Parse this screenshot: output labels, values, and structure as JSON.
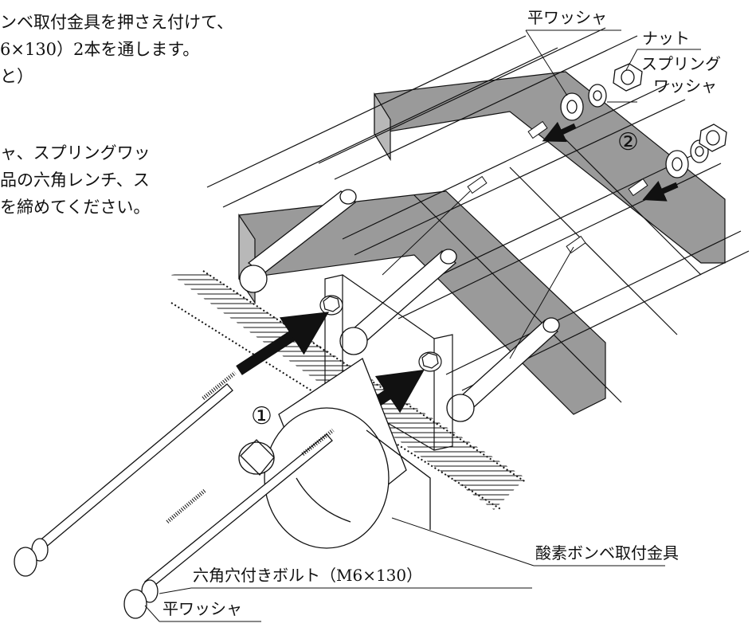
{
  "instructions": {
    "lines": [
      "ンベ取付金具を押さえ付けて、",
      "6×130）2本を通します。",
      "と）",
      "ャ、スプリングワッ",
      "品の六角レンチ、ス",
      "を締めてください。"
    ]
  },
  "labels": {
    "flat_washer_top": "平ワッシャ",
    "nut": "ナット",
    "spring_washer_line1": "スプリング",
    "spring_washer_line2": "ワッシャ",
    "step1": "①",
    "step2": "②",
    "bracket": "酸素ボンベ取付金具",
    "bolt": "六角穴付きボルト（M6×130）",
    "flat_washer_bottom": "平ワッシャ"
  },
  "colors": {
    "shade": "#9a9a9a",
    "line": "#111111",
    "fill": "#ffffff"
  }
}
